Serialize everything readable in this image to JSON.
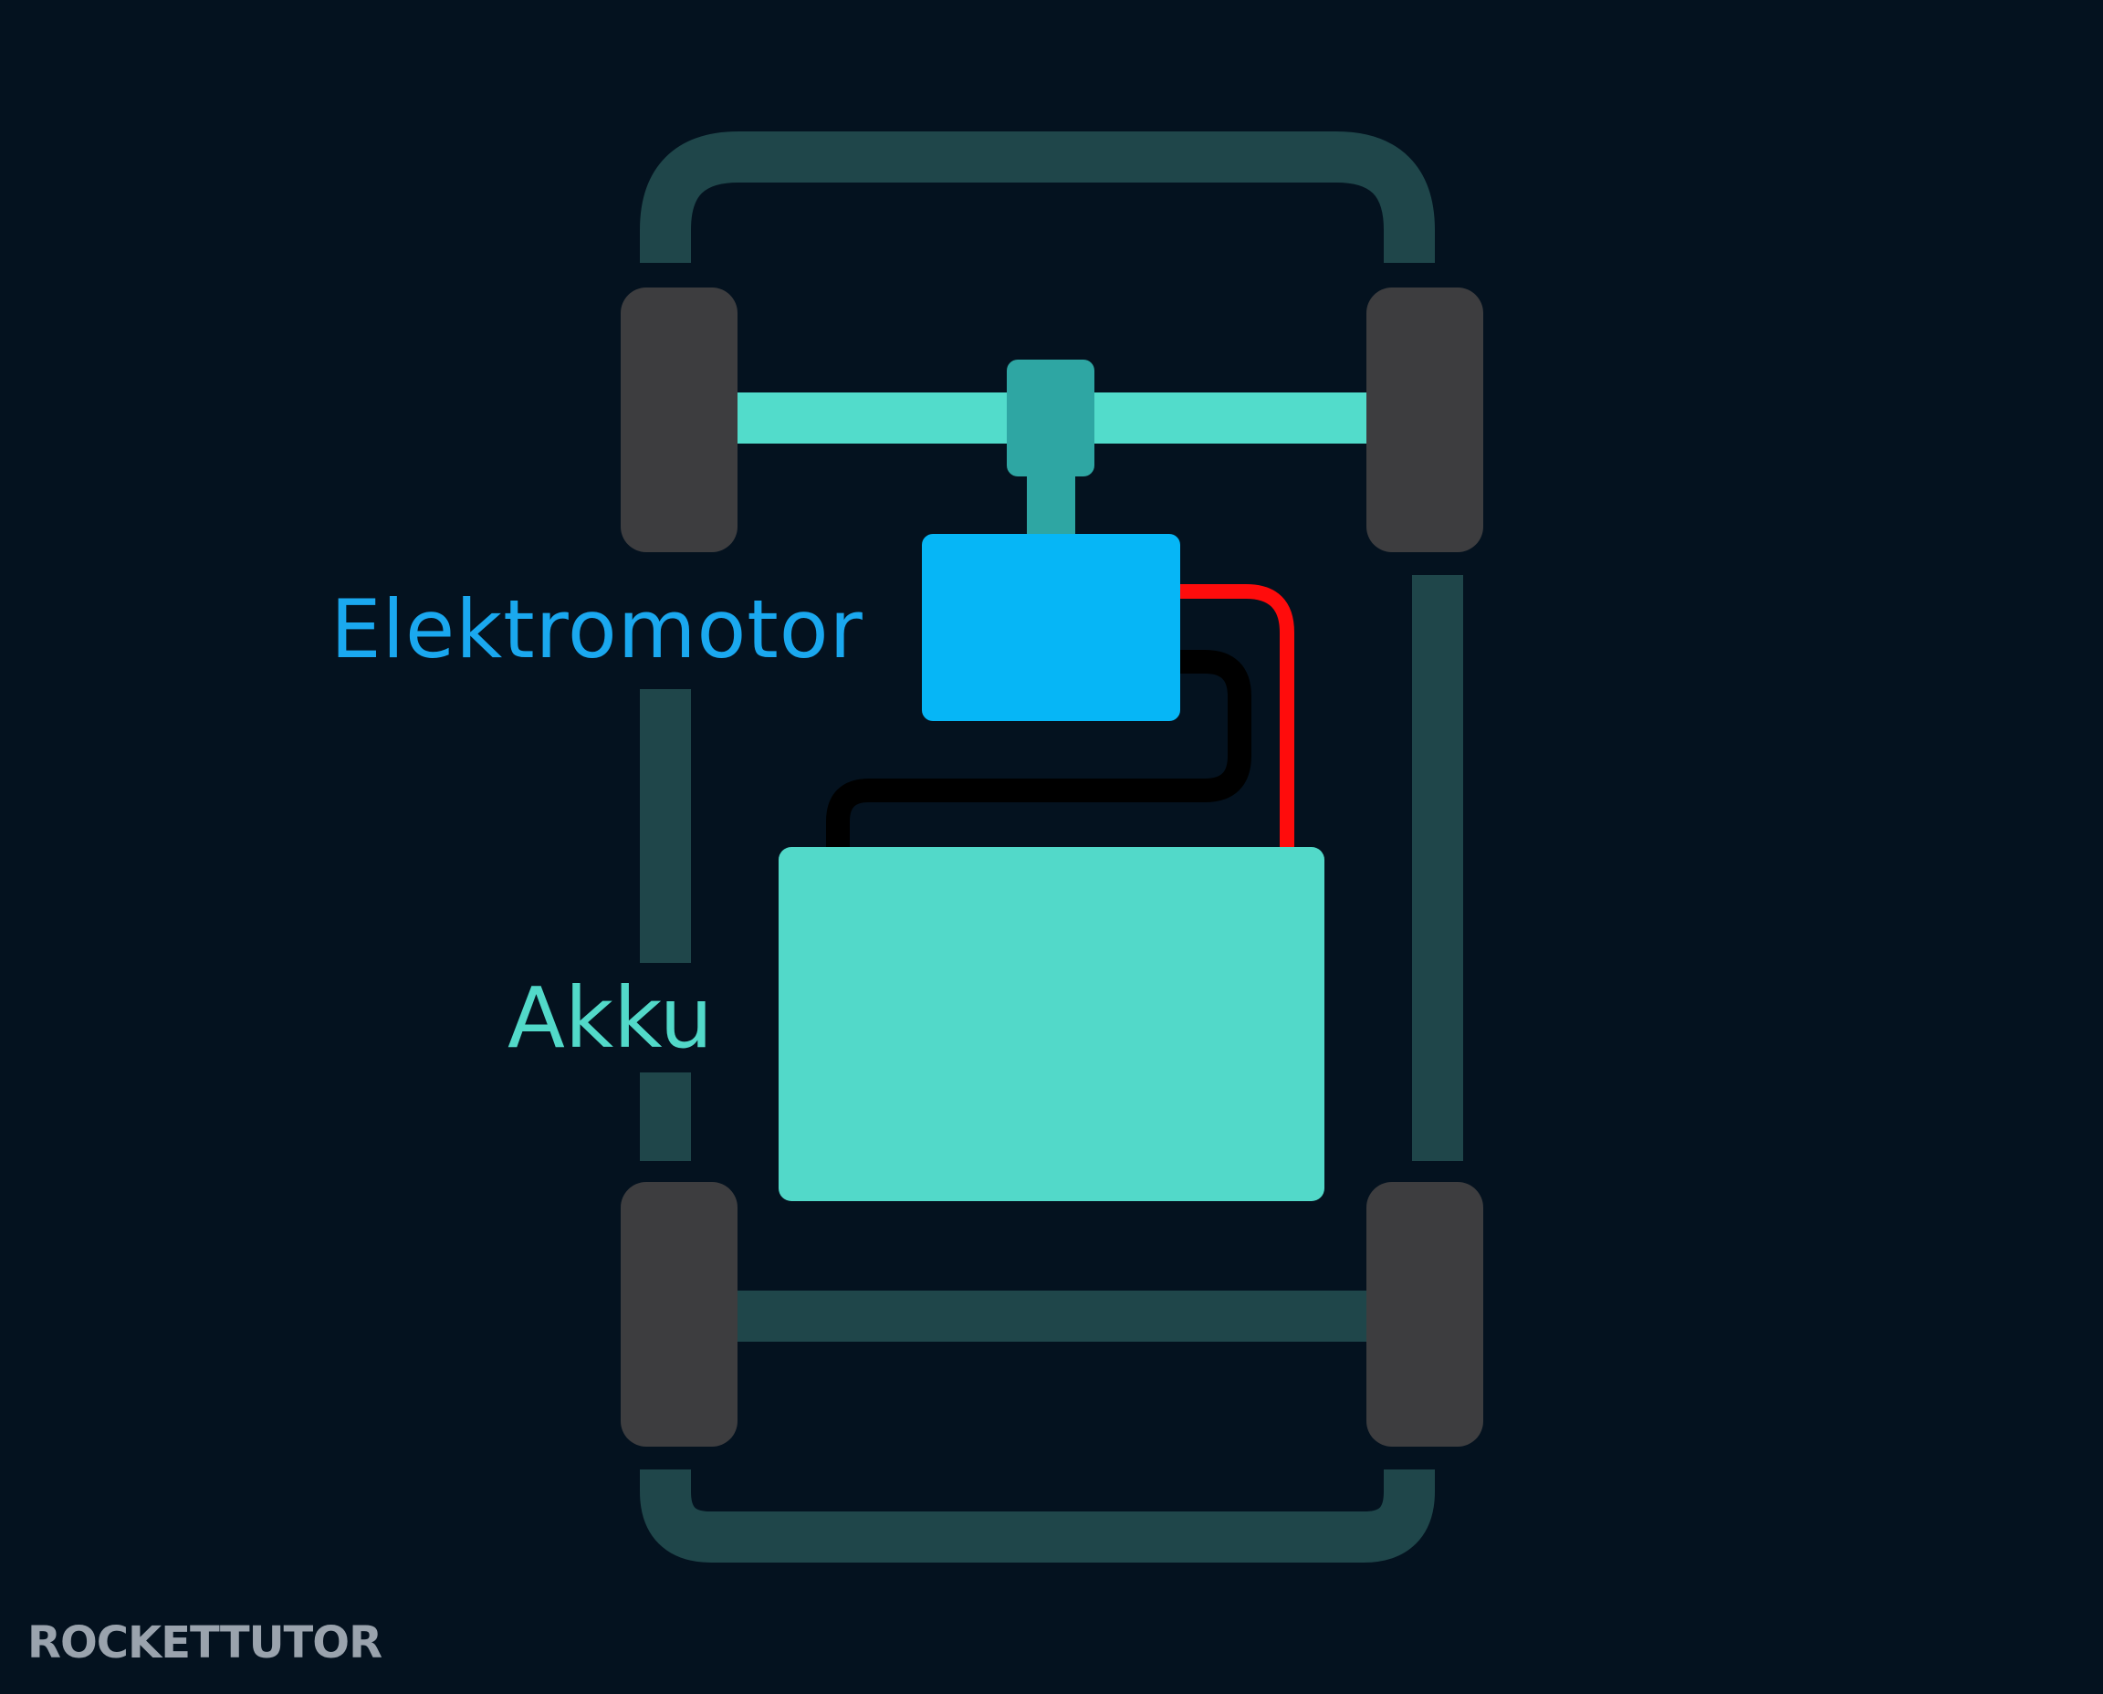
{
  "labels": {
    "motor": "Elektromotor",
    "battery": "Akku"
  },
  "logo": {
    "text": "ROCKETTUTOR"
  },
  "colors": {
    "background": "#04121f",
    "frame": "#1f464a",
    "wheel": "#3d3d3f",
    "front_axle": "#52dccb",
    "gearbox": "#2ea6a3",
    "motor": "#06b6f6",
    "battery": "#52d9c9",
    "positive_cable": "#ff0c0c",
    "negative_cable": "#000000",
    "motor_label": "#1aa8ef",
    "battery_label": "#52d9c9",
    "logo": "#9aa3ad"
  }
}
